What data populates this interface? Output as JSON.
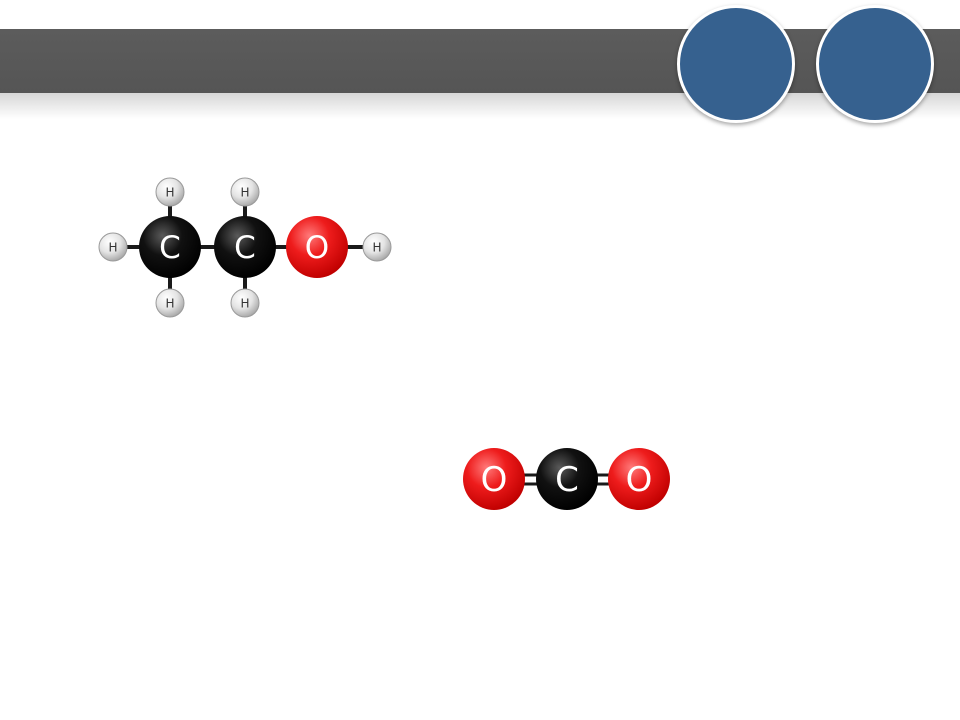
{
  "colors": {
    "header_bar": "#5a5a5a",
    "decor_circle": "#36618f",
    "carbon": "#050505",
    "oxygen": "#e50d0d",
    "hydrogen": "#dcdcdc",
    "bond": "#1a1a1a"
  },
  "ethanol": {
    "atoms": {
      "c1": "C",
      "c2": "C",
      "o1": "O",
      "h_left": "H",
      "h_c1_top": "H",
      "h_c1_bottom": "H",
      "h_c2_top": "H",
      "h_c2_bottom": "H",
      "h_oh": "H"
    }
  },
  "carbon_dioxide": {
    "atoms": {
      "o_left": "O",
      "c": "C",
      "o_right": "O"
    }
  }
}
